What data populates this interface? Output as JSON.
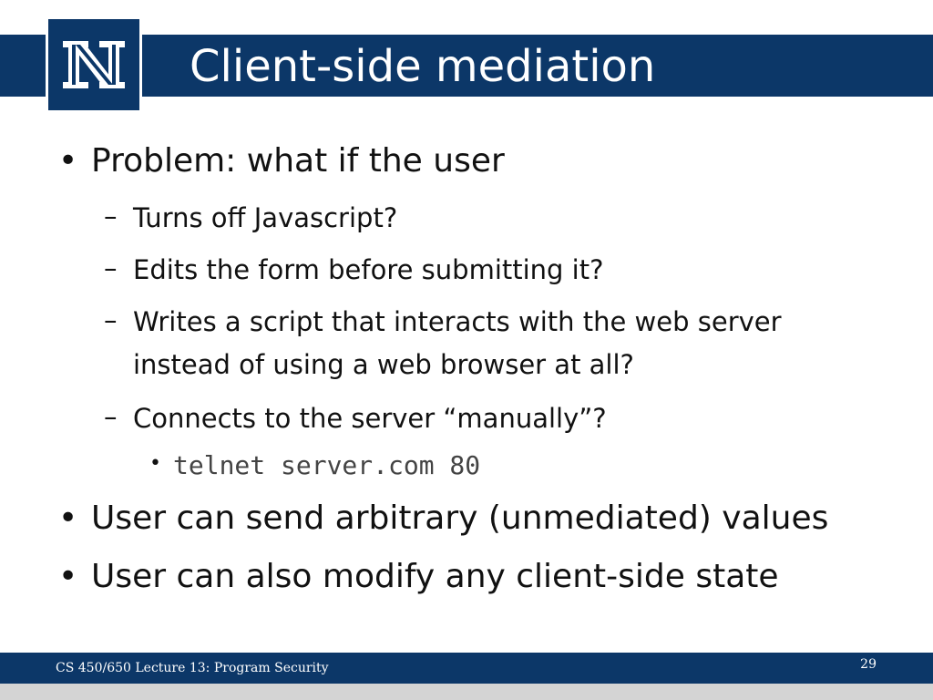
{
  "slide": {
    "title": "Client-side mediation",
    "colors": {
      "brand_navy": "#0c3768",
      "text": "#111111",
      "footer_text": "#ffffff"
    },
    "logo": {
      "icon": "university-n-logo-icon"
    },
    "bullets": [
      {
        "level": 1,
        "marker": "•",
        "text": "Problem: what if the user"
      },
      {
        "level": 2,
        "marker": "–",
        "text": "Turns off Javascript?"
      },
      {
        "level": 2,
        "marker": "–",
        "text": "Edits the form before submitting it?"
      },
      {
        "level": 2,
        "marker": "–",
        "lines": [
          "Writes a script that interacts with the web server",
          "instead of using a web browser at all?"
        ]
      },
      {
        "level": 2,
        "marker": "–",
        "text": "Connects to the server “manually”?"
      },
      {
        "level": 3,
        "marker": "•",
        "text": "telnet server.com 80"
      },
      {
        "level": 1,
        "marker": "•",
        "text": "User can send arbitrary (unmediated) values"
      },
      {
        "level": 1,
        "marker": "•",
        "text": "User can also modify any client-side state"
      }
    ],
    "footer": {
      "course": "CS 450/650 Lecture 13: Program Security",
      "page_number": "29"
    }
  }
}
